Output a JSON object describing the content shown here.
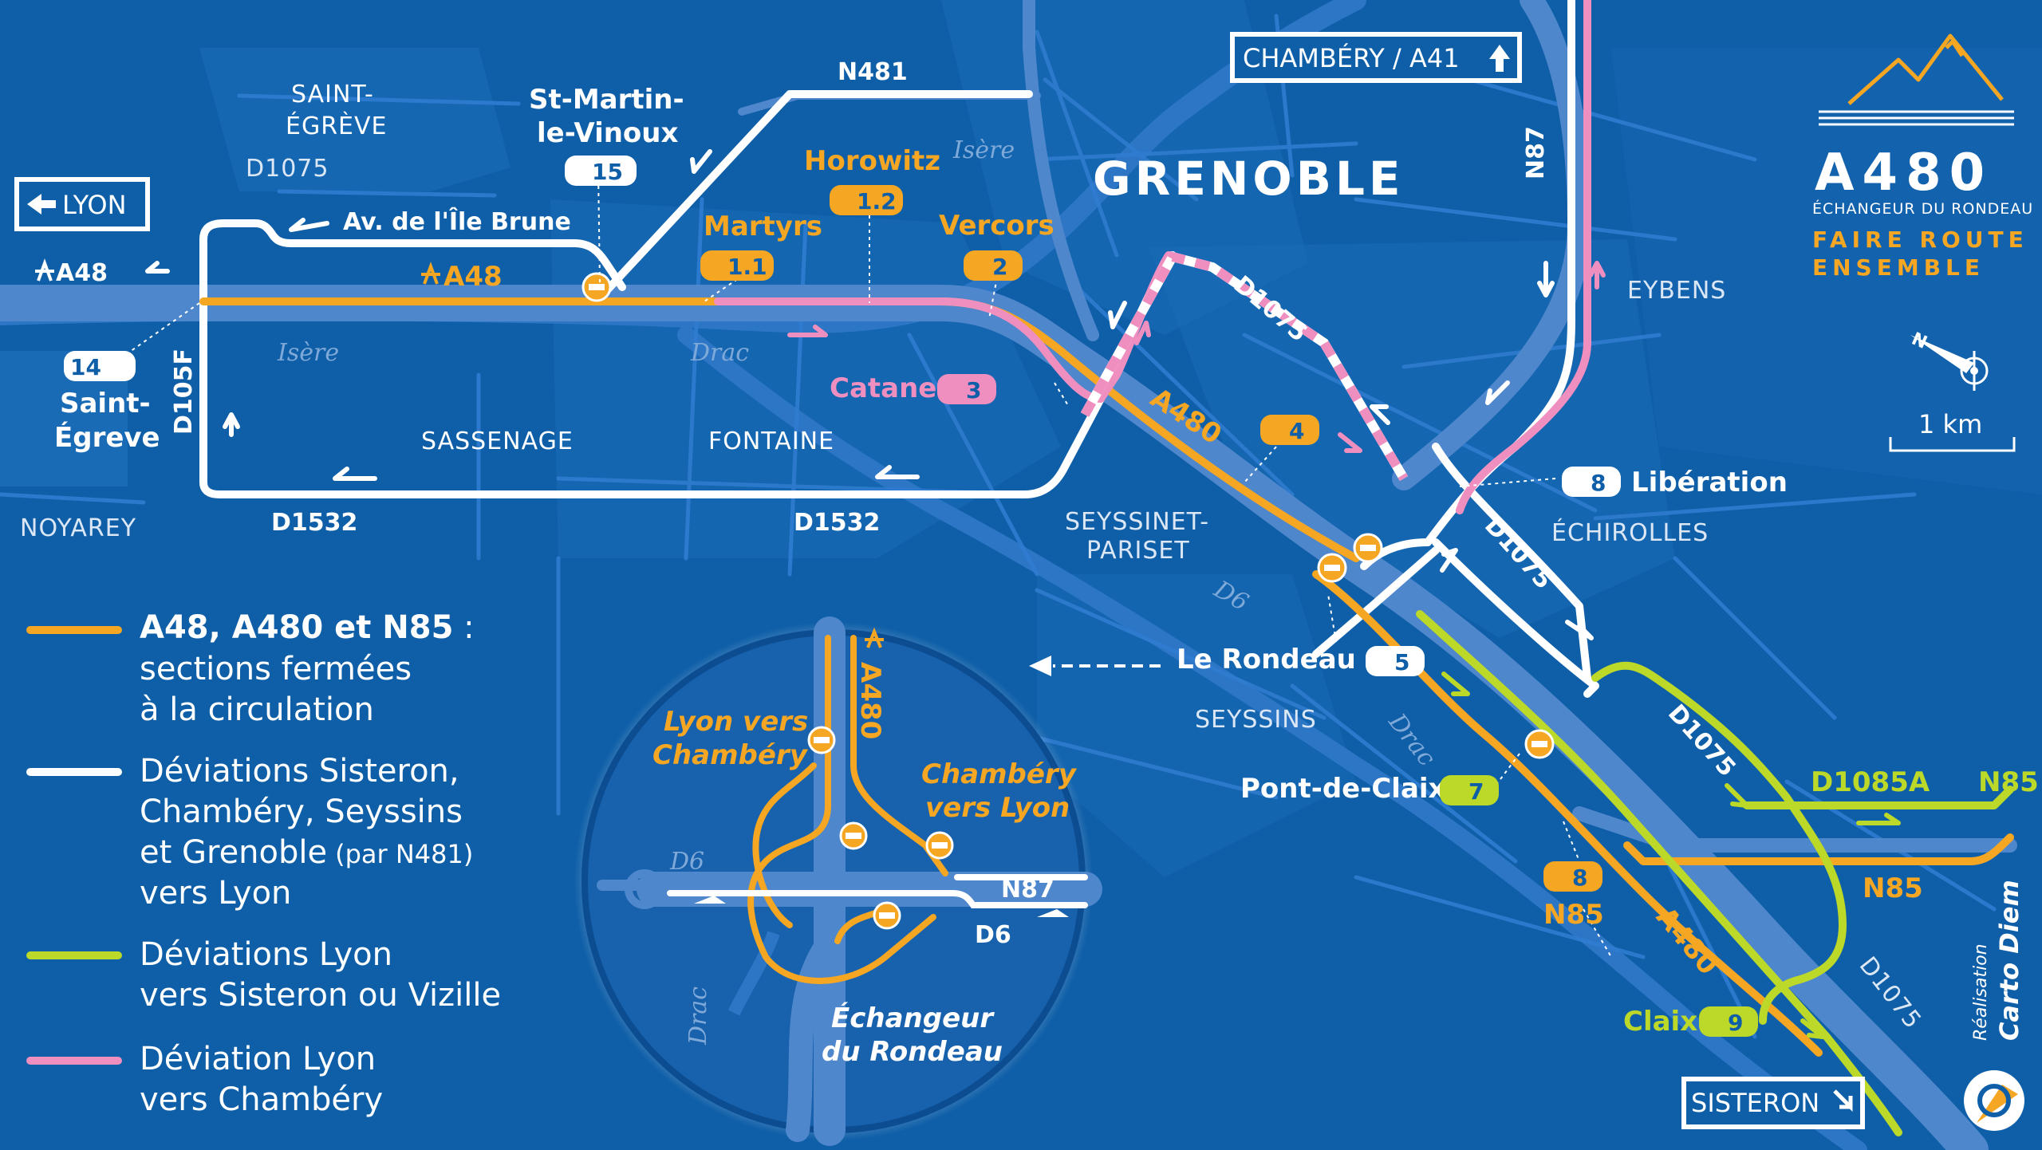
{
  "colors": {
    "background": "#0f5fa8",
    "closed_section": "#f5a623",
    "detour_white": "#ffffff",
    "detour_green": "#bcd828",
    "detour_pink": "#ef8fc0",
    "highway": "#4f87cc"
  },
  "brand": {
    "title": "A480",
    "subtitle": "ÉCHANGEUR DU RONDEAU",
    "slogan_line1": "FAIRE ROUTE",
    "slogan_line2": "ENSEMBLE",
    "logo_icon": "mountains-icon"
  },
  "signs": {
    "lyon": "LYON",
    "chambery": "CHAMBÉRY / A41",
    "sisteron": "SISTERON"
  },
  "city": "GRENOBLE",
  "places": {
    "saint_egreve_top": [
      "SAINT-",
      "ÉGRÈVE"
    ],
    "noyarey": "NOYAREY",
    "sassenage": "SASSENAGE",
    "fontaine": "FONTAINE",
    "seyssinet": [
      "SEYSSINET-",
      "PARISET"
    ],
    "seyssins": "SEYSSINS",
    "echirolles": "ÉCHIROLLES",
    "eybens": "EYBENS"
  },
  "rivers": {
    "isere1": "Isère",
    "isere2": "Isère",
    "drac1": "Drac",
    "drac2": "Drac",
    "drac_inset": "Drac"
  },
  "roads": {
    "n481": "N481",
    "d1075_nw": "D1075",
    "d1075_center": "D1075",
    "d1075_se": "D1075",
    "d1075_south": "D1075",
    "d1075_far": "D1075",
    "av_ile_brune": "Av. de l'Île Brune",
    "a48_left": "A48",
    "a48_main": "A48",
    "a480_main": "A480",
    "a480_south": "A480",
    "d105f": "D105F",
    "d1532_left": "D1532",
    "d1532_right": "D1532",
    "d6": "D6",
    "n87": "N87",
    "d1085a": "D1085A",
    "n85_east": "N85",
    "n85_label": "N85",
    "n85_east2": "N85"
  },
  "exits": [
    {
      "num": "14",
      "name": "Saint-Égreve"
    },
    {
      "num": "15",
      "name": "St-Martin-le-Vinoux"
    },
    {
      "num": "1.1",
      "name": "Martyrs"
    },
    {
      "num": "1.2",
      "name": "Horowitz"
    },
    {
      "num": "2",
      "name": "Vercors"
    },
    {
      "num": "3",
      "name": "Catane"
    },
    {
      "num": "4",
      "name": ""
    },
    {
      "num": "5",
      "name": "Le Rondeau"
    },
    {
      "num": "7",
      "name": "Pont-de-Claix"
    },
    {
      "num": "8",
      "name": "Libération"
    },
    {
      "num": "8",
      "name": ""
    },
    {
      "num": "9",
      "name": "Claix"
    }
  ],
  "exit_text": {
    "saint_egreve_1": "Saint-",
    "saint_egreve_2": "Égreve",
    "st_martin_1": "St-Martin-",
    "st_martin_2": "le-Vinoux"
  },
  "legend": {
    "item1_bold": "A48, A480 et N85",
    "item1_colon": " :",
    "item1_l2": "sections fermées",
    "item1_l3": "à la circulation",
    "item2_l1": "Déviations Sisteron,",
    "item2_l2": "Chambéry, Seyssins",
    "item2_l3": "et Grenoble",
    "item2_l3_small": "(par N481)",
    "item2_l4": "vers Lyon",
    "item3_l1": "Déviations Lyon",
    "item3_l2": "vers Sisteron ou Vizille",
    "item4_l1": "Déviation Lyon",
    "item4_l2": "vers Chambéry"
  },
  "inset": {
    "lyon_chambery_1": "Lyon vers",
    "lyon_chambery_2": "Chambéry",
    "chambery_lyon_1": "Chambéry",
    "chambery_lyon_2": "vers Lyon",
    "a480": "A480",
    "n87": "N87",
    "d6_left": "D6",
    "d6_right": "D6",
    "echangeur_1": "Échangeur",
    "echangeur_2": "du Rondeau"
  },
  "scale": "1 km",
  "credit": {
    "line1": "Réalisation",
    "line2": "Carto Diem"
  }
}
